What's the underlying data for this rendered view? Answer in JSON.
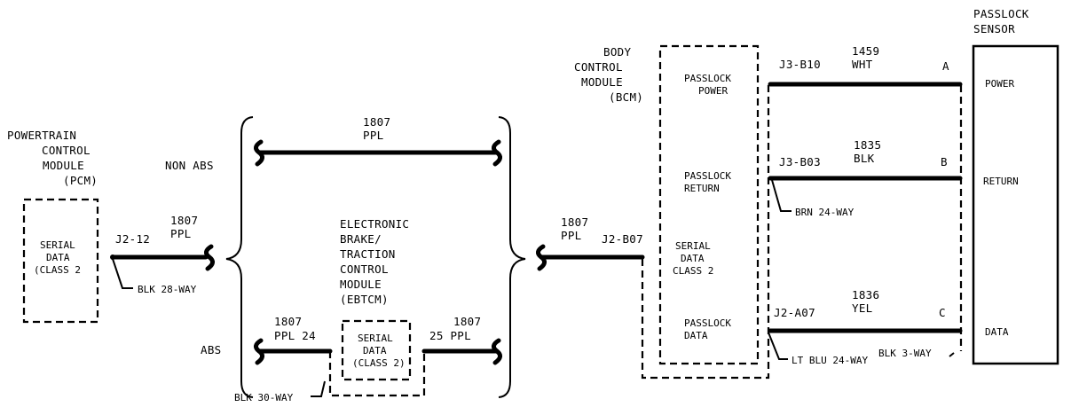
{
  "pcm": {
    "title": [
      "POWERTRAIN",
      "CONTROL",
      "MODULE",
      "(PCM)"
    ],
    "pin_label": [
      "SERIAL",
      "DATA",
      "(CLASS 2"
    ],
    "terminal": "J2-12",
    "wire": [
      "1807",
      "PPL"
    ],
    "connector": "BLK 28-WAY"
  },
  "ebtcm": {
    "non_abs_label": "NON ABS",
    "abs_label": "ABS",
    "non_abs_wire": [
      "1807",
      "PPL"
    ],
    "title": [
      "ELECTRONIC",
      "BRAKE/",
      "TRACTION",
      "CONTROL",
      "MODULE",
      "(EBTCM)"
    ],
    "pin_label": [
      "SERIAL",
      "DATA",
      "(CLASS 2)"
    ],
    "left_wire": [
      "1807",
      "PPL  24"
    ],
    "right_wire": [
      "1807",
      "25 PPL"
    ],
    "connector": "BLK 30-WAY"
  },
  "bcm": {
    "title": [
      "BODY",
      "CONTROL",
      "MODULE",
      "(BCM)"
    ],
    "wire_in": [
      "1807",
      "PPL"
    ],
    "terminal_in": "J2-B07",
    "serial_label": [
      "SERIAL",
      "DATA",
      "CLASS 2"
    ],
    "power_label": [
      "PASSLOCK",
      "POWER"
    ],
    "return_label": [
      "PASSLOCK",
      "RETURN"
    ],
    "data_label": [
      "PASSLOCK",
      "DATA"
    ]
  },
  "circuits": {
    "power": {
      "terminal": "J3-B10",
      "circuit": "1459",
      "color": "WHT",
      "pin": "A"
    },
    "return": {
      "terminal": "J3-B03",
      "circuit": "1835",
      "color": "BLK",
      "pin": "B",
      "connector": "BRN 24-WAY"
    },
    "data": {
      "terminal": "J2-A07",
      "circuit": "1836",
      "color": "YEL",
      "pin": "C",
      "connector": "LT BLU 24-WAY",
      "sensor_connector": "BLK 3-WAY"
    }
  },
  "sensor": {
    "title": [
      "PASSLOCK",
      "SENSOR"
    ],
    "power": "POWER",
    "return": "RETURN",
    "data": "DATA"
  }
}
